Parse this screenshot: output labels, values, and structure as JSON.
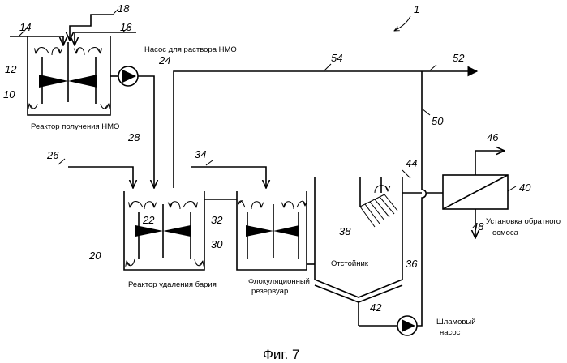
{
  "figure": {
    "caption": "Фиг. 7",
    "system_ref": "1"
  },
  "labels": {
    "hmo_pump": "Насос для раствора НМО",
    "hmo_reactor": "Реактор получения НМО",
    "barium_reactor": "Реактор удаления бария",
    "flocculation_line1": "Флокуляционный",
    "flocculation_line2": "резервуар",
    "settler": "Отстойник",
    "slurry_pump_line1": "Шламовый",
    "slurry_pump_line2": "насос",
    "ro_line1": "Установка обратного",
    "ro_line2": "осмоса"
  },
  "refs": {
    "r10": "10",
    "r12": "12",
    "r14": "14",
    "r16": "16",
    "r18": "18",
    "r20": "20",
    "r22": "22",
    "r24": "24",
    "r26": "26",
    "r28": "28",
    "r30": "30",
    "r32": "32",
    "r34": "34",
    "r36": "36",
    "r38": "38",
    "r40": "40",
    "r42": "42",
    "r44": "44",
    "r46": "46",
    "r48": "48",
    "r50": "50",
    "r52": "52",
    "r54": "54"
  }
}
